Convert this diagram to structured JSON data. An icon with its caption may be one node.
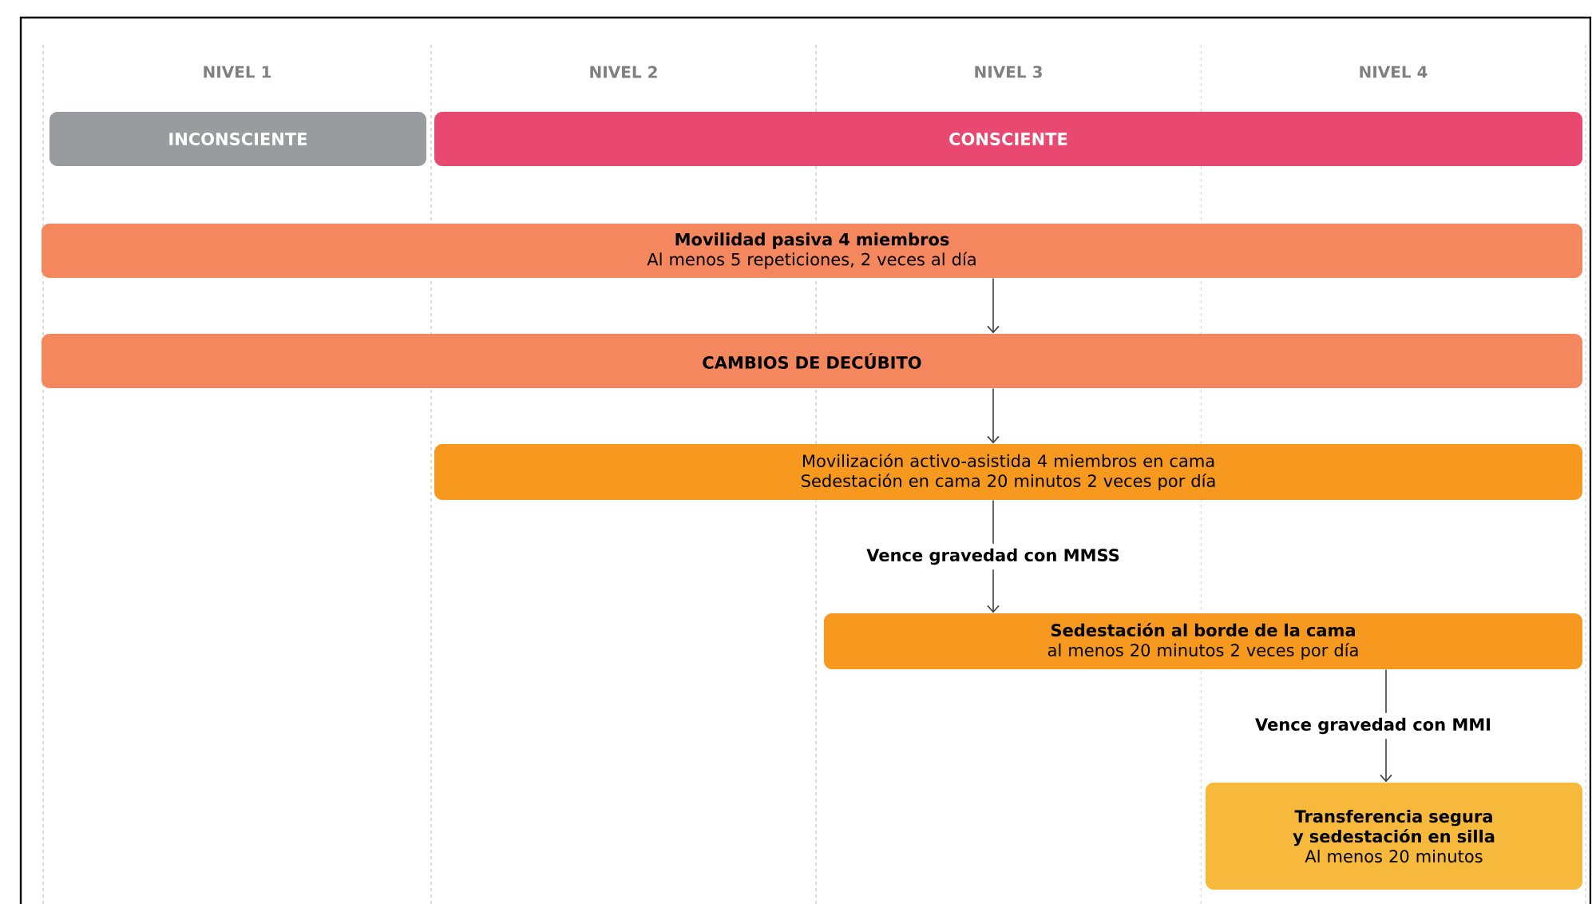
{
  "diagram": {
    "nodes": [
      {
        "text": [
          "INCONSCIENTE"
        ]
      },
      {
        "text": [
          "CONSCIENTE"
        ]
      },
      {
        "text": [
          "Movilidad pasiva 4 miembros",
          "Al menos 5 repeticiones, 2 veces al día"
        ]
      },
      {
        "text": [
          "CAMBIOS DE DECÚBITO"
        ]
      },
      {
        "text": [
          "Movilización activo-asistida 4 miembros en cama",
          "Sedestación en cama 20 minutos 2 veces por día"
        ]
      },
      {
        "text": [
          "Sedestación al borde de la cama",
          "al menos 20 minutos 2 veces por día"
        ]
      },
      {
        "text": [
          "Transferencia segura y sedestación en silla",
          "Al menos 20 minutos"
        ]
      }
    ],
    "edges": [
      {
        "from": 2,
        "to": 3,
        "arrow": "to"
      },
      {
        "from": 3,
        "to": 4,
        "arrow": "to"
      },
      {
        "from": 4,
        "to": 5,
        "arrow": "to",
        "label": "Vence gravedad con MMSS"
      },
      {
        "from": 5,
        "to": 6,
        "arrow": "to",
        "label": "Vence gravedad con MMI"
      }
    ],
    "labels": [
      "NIVEL 1",
      "NIVEL 2",
      "NIVEL 3",
      "NIVEL 4"
    ]
  }
}
